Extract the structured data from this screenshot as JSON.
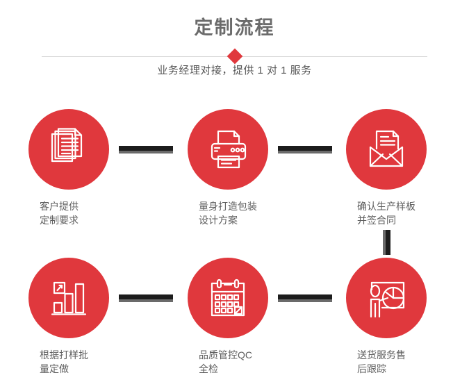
{
  "header": {
    "title": "定制流程",
    "subtitle": "业务经理对接，提供 1 对 1 服务",
    "accent_color": "#e0383d",
    "title_color": "#6b6b6b",
    "divider_color": "#d8d8d8"
  },
  "flow": {
    "connector_color": "#1c1c1c",
    "connector_shadow_color": "#6b6b6b",
    "circle_color": "#e0383d",
    "icon_color": "#ffffff",
    "label_color": "#5e5e5e",
    "steps": [
      {
        "index": 1,
        "icon": "documents-stack-icon",
        "label": "客户提供\n定制要求"
      },
      {
        "index": 2,
        "icon": "printer-icon",
        "label": "量身打造包装\n设计方案"
      },
      {
        "index": 3,
        "icon": "open-envelope-letter-icon",
        "label": "确认生产样板\n并签合同"
      },
      {
        "index": 4,
        "icon": "bar-chart-growth-icon",
        "label": "根据打样批\n量定做"
      },
      {
        "index": 5,
        "icon": "calendar-icon",
        "label": "品质管控QC\n全检"
      },
      {
        "index": 6,
        "icon": "presenter-pie-chart-icon",
        "label": "送货服务售\n后跟踪"
      }
    ],
    "connectors": [
      {
        "name": "connector-step1-step2",
        "orientation": "horizontal"
      },
      {
        "name": "connector-step2-step3",
        "orientation": "horizontal"
      },
      {
        "name": "connector-step3-step6",
        "orientation": "vertical"
      },
      {
        "name": "connector-step4-step5",
        "orientation": "horizontal"
      },
      {
        "name": "connector-step5-step6",
        "orientation": "horizontal"
      }
    ]
  }
}
